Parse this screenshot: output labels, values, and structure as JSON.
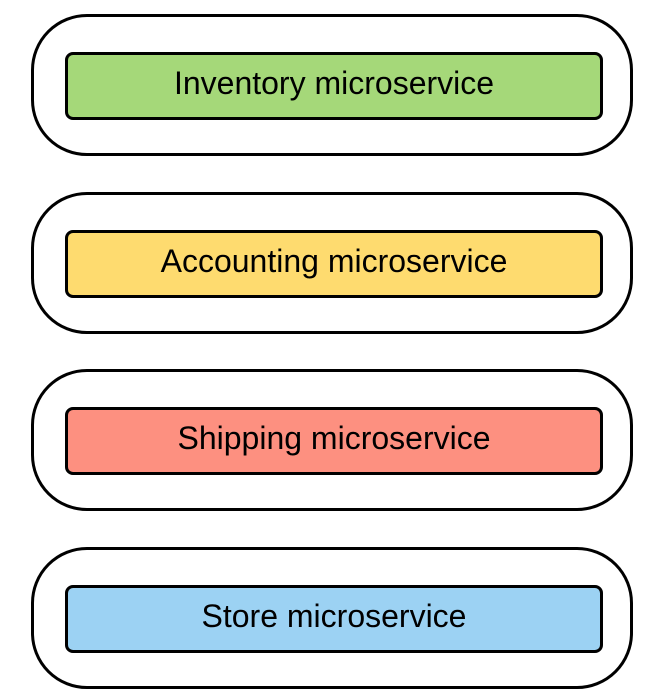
{
  "services": [
    {
      "label": "Inventory microservice",
      "color": "#a5d879"
    },
    {
      "label": "Accounting microservice",
      "color": "#fedb6f"
    },
    {
      "label": "Shipping microservice",
      "color": "#fd9080"
    },
    {
      "label": "Store microservice",
      "color": "#9cd2f3"
    }
  ]
}
